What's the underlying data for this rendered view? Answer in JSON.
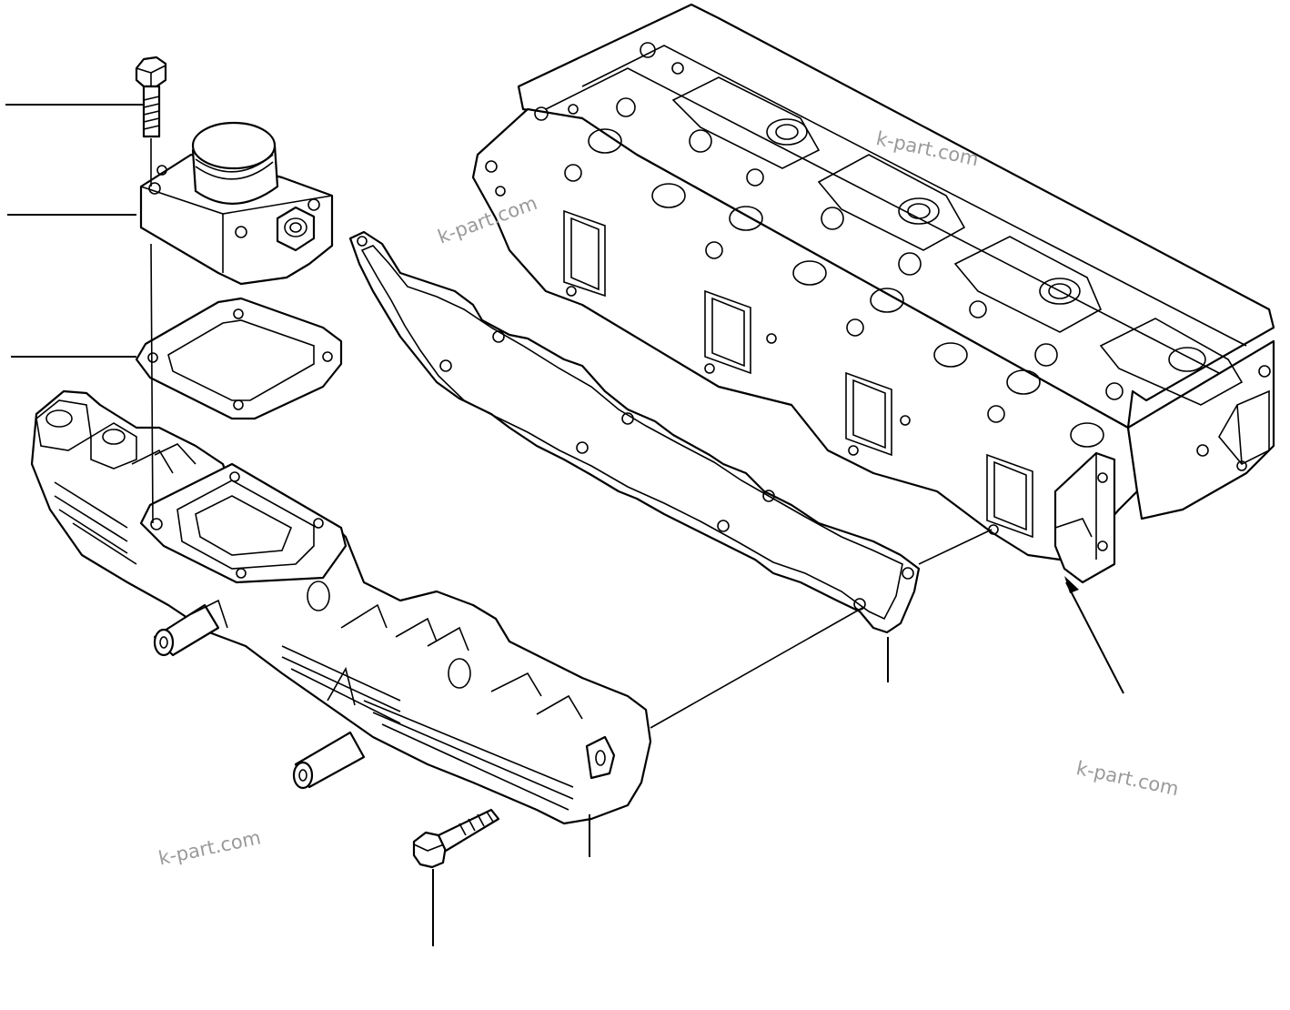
{
  "diagram": {
    "watermark_text": "k-part.com",
    "parts": [
      {
        "id": "bolt-upper",
        "icon": "bolt-icon"
      },
      {
        "id": "outlet-connector",
        "icon": "connector-icon"
      },
      {
        "id": "connector-gasket",
        "icon": "gasket-icon"
      },
      {
        "id": "exhaust-manifold",
        "icon": "manifold-icon"
      },
      {
        "id": "manifold-gasket",
        "icon": "gasket-icon"
      },
      {
        "id": "cylinder-head",
        "icon": "cylinder-head-icon"
      },
      {
        "id": "bolt-lower",
        "icon": "bolt-icon"
      }
    ],
    "colors": {
      "line": "#000000",
      "watermark": "#9a9a9a",
      "background": "#ffffff"
    }
  }
}
